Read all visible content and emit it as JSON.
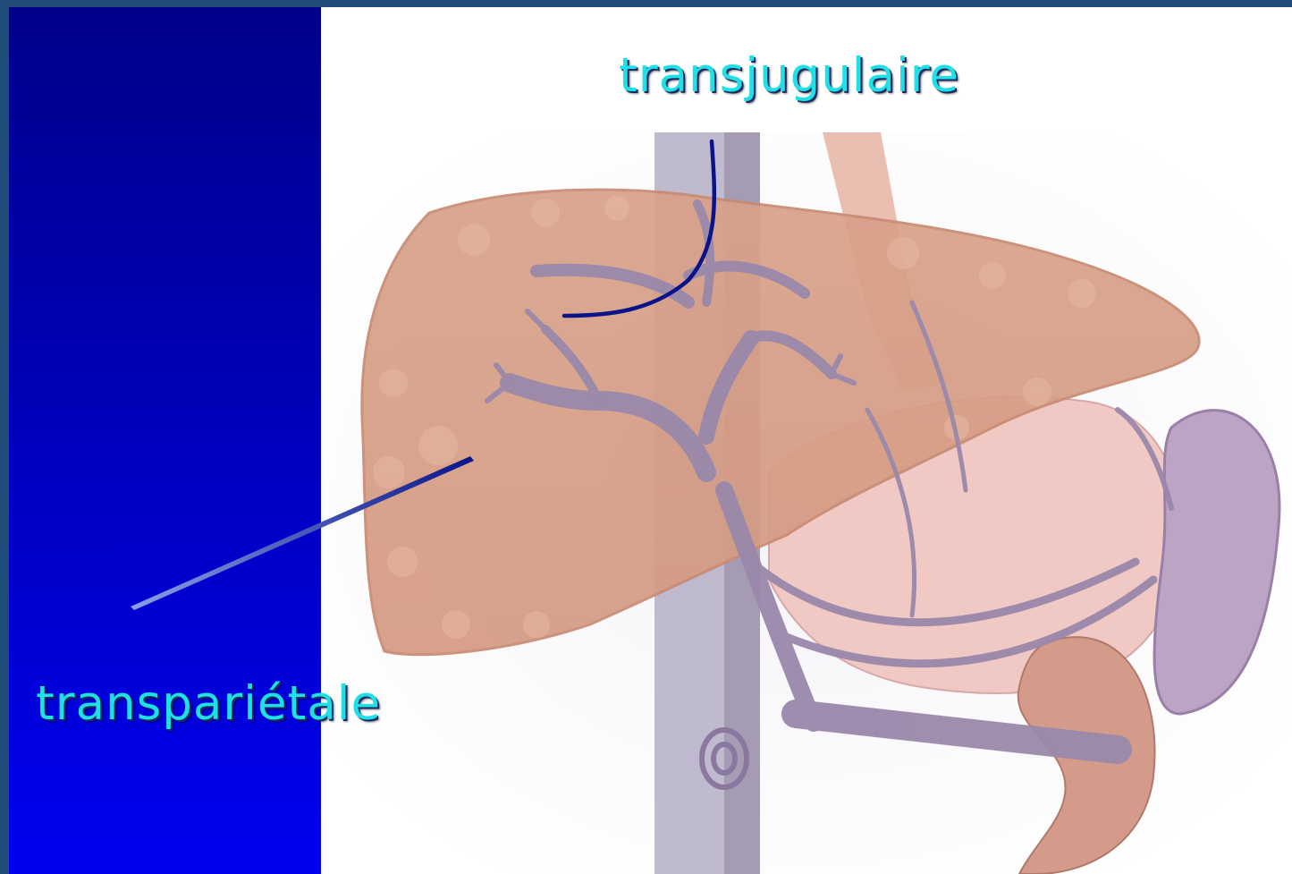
{
  "labels": {
    "transjugular": "transjugulaire",
    "transparietal": "transpariétale"
  },
  "colors": {
    "frame": "#1f4c78",
    "left_panel": "#0000c0",
    "label_text": "#1ee0e6",
    "needle": "#0a1488",
    "liver": "#d9a089",
    "vein": "#9a88aa"
  },
  "illustration": {
    "subject": "liver-with-hepatic-veins-stomach-spleen-kidney",
    "approaches": [
      "transjugular-catheter",
      "transparietal-needle"
    ]
  }
}
